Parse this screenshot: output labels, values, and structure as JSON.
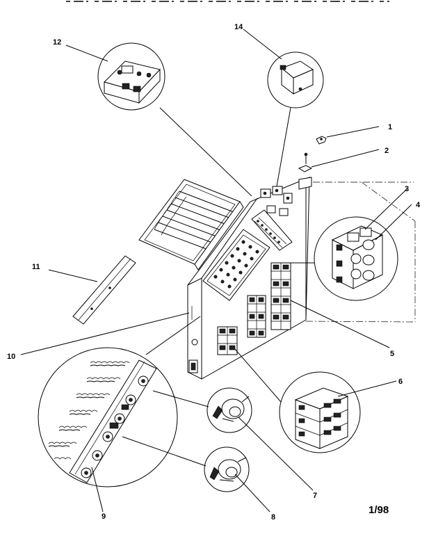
{
  "callouts": {
    "c1": "1",
    "c2": "2",
    "c3": "3",
    "c4": "4",
    "c5": "5",
    "c6": "6",
    "c7": "7",
    "c8": "8",
    "c9": "9",
    "c10": "10",
    "c11": "11",
    "c12": "12",
    "c14": "14"
  },
  "footer": {
    "revision": "1/98"
  }
}
